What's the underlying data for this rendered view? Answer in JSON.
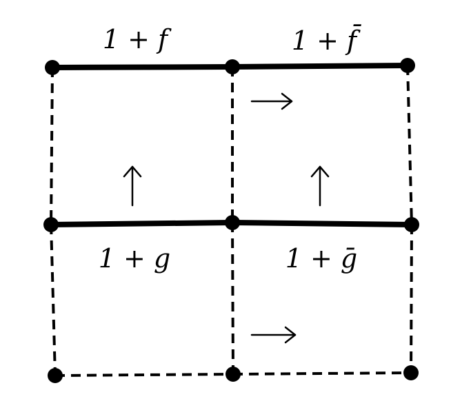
{
  "labels": {
    "top_left": "1 + f",
    "top_right": "1 + f̄",
    "middle_left": "1 + g",
    "middle_right": "1 + ḡ"
  },
  "arrows": {
    "up_left": "up",
    "up_right": "up",
    "right_top": "right",
    "right_bottom": "right"
  },
  "colors": {
    "stroke": "#000000",
    "background": "#ffffff"
  }
}
